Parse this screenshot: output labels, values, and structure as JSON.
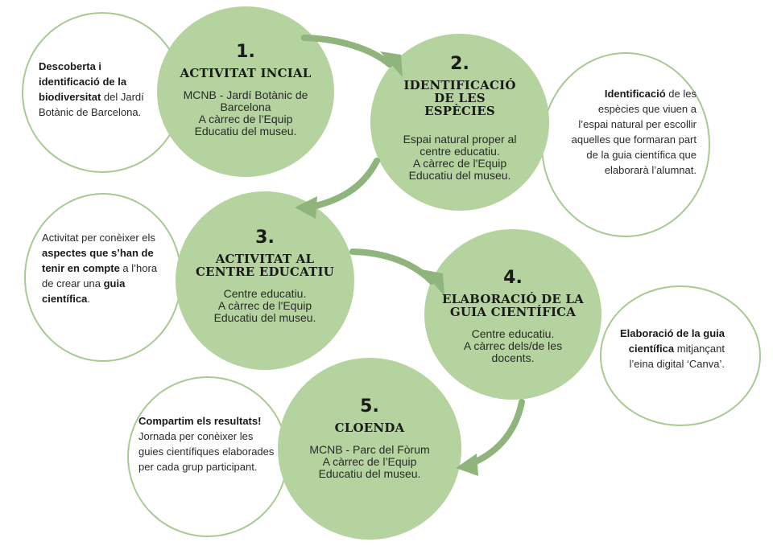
{
  "colors": {
    "accent_green": "#b5d39e",
    "outline": "#a9c993",
    "arrow": "#8fb47c"
  },
  "steps": [
    {
      "number": "1.",
      "title": "ACTIVITAT INCIAL",
      "body": "MCNB - Jardí Botànic de Barcelona\nA càrrec de l’Equip Educatiu del museu."
    },
    {
      "number": "2.",
      "title": "IDENTIFICACIÓ\nDE LES\nESPÈCIES",
      "body": "Espai natural proper al centre educatiu.\nA càrrec de l'Equip Educatiu del museu."
    },
    {
      "number": "3.",
      "title": "ACTIVITAT AL\nCENTRE EDUCATIU",
      "body": "Centre educatiu.\nA càrrec de l'Equip Educatiu del museu."
    },
    {
      "number": "4.",
      "title": "ELABORACIÓ DE LA\nGUIA CIENTÍFICA",
      "body": "Centre educatiu.\nA càrrec dels/de les docents."
    },
    {
      "number": "5.",
      "title": "CLOENDA",
      "body": "MCNB - Parc del Fòrum\nA càrrec de l’Equip Educatiu del museu."
    }
  ],
  "notes": {
    "n1": {
      "bold": "Descoberta i identificació de la biodiversitat",
      "text": " del Jardí Botànic de Barcelona."
    },
    "n2": {
      "bold": "Identificació",
      "text": " de les espècies que viuen a l’espai natural per escollir aquelles que formaran part de la guia científica que elaborarà l’alumnat."
    },
    "n3": {
      "pre": "Activitat per conèixer els ",
      "bold1": "aspectes que s’han de tenir en compte",
      "mid": " a l’hora de crear una ",
      "bold2": "guia científica",
      "post": "."
    },
    "n4": {
      "bold": "Elaboració de la guia científica",
      "text": " mitjançant l’eina digital ‘Canva’."
    },
    "n5": {
      "bold": "Compartim els resultats!",
      "text": " Jornada per conèixer les guies científiques elaborades per cada grup participant."
    }
  }
}
